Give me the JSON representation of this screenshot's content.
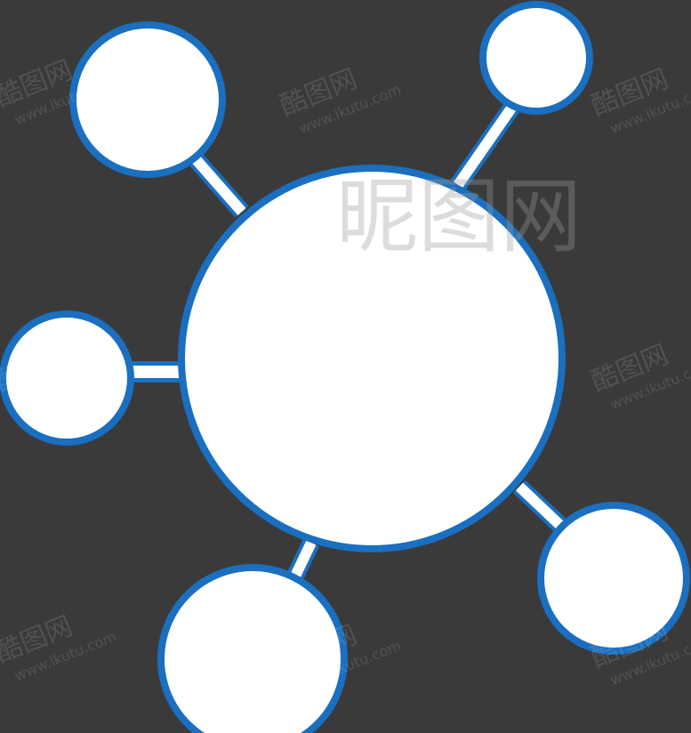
{
  "colors": {
    "background": "#3a3a3a",
    "node_fill": "#ffffff",
    "node_stroke": "#1a6fc0",
    "connector": "#ffffff"
  },
  "diagram": {
    "type": "hub-and-spoke",
    "center_node": {
      "label": ""
    },
    "satellite_nodes": [
      {
        "label": ""
      },
      {
        "label": ""
      },
      {
        "label": ""
      },
      {
        "label": ""
      },
      {
        "label": ""
      }
    ]
  },
  "watermark": {
    "brand": "酷图网",
    "url": "www.ikutu.com",
    "large": "昵图网"
  }
}
